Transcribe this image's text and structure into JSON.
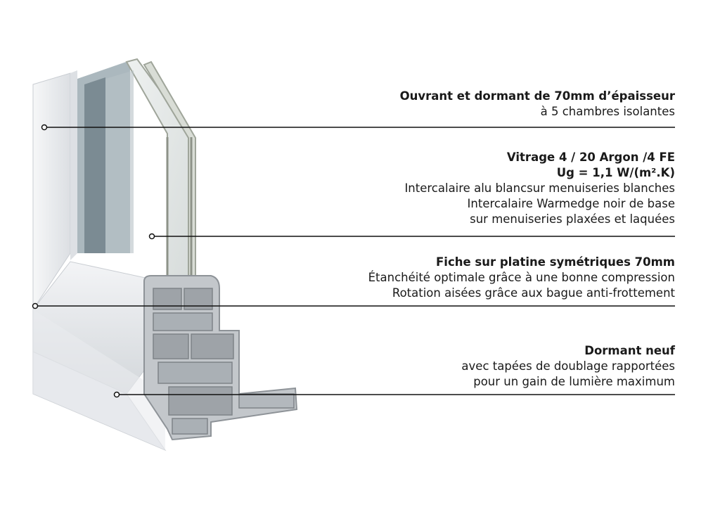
{
  "callouts": [
    {
      "title_lines": [
        "Ouvrant et dormant de 70mm d’épaisseur"
      ],
      "text_lines": [
        "à 5 chambres isolantes"
      ]
    },
    {
      "title_lines": [
        "Vitrage 4 / 20 Argon /4 FE",
        "Ug = 1,1 W/(m².K)"
      ],
      "text_lines": [
        "Intercalaire alu blancsur menuiseries blanches",
        "Intercalaire Warmedge noir de base",
        "sur menuiseries plaxées et laquées"
      ]
    },
    {
      "title_lines": [
        "Fiche sur platine symétriques 70mm"
      ],
      "text_lines": [
        "Étanchéité optimale grâce à une bonne compression",
        "Rotation aisées grâce aux bague anti-frottement"
      ]
    },
    {
      "title_lines": [
        "Dormant neuf"
      ],
      "text_lines": [
        "avec tapées de doublage rapportées",
        "pour un gain de lumière maximum"
      ]
    }
  ],
  "colors": {
    "frame": "#eceef1",
    "frame_shadow": "#cfd3d8",
    "profile_section": "#aeb3b8",
    "glass": "#dfe3e2",
    "glass_edge": "#9fa59a",
    "leader": "#111111",
    "text": "#1a1a1a"
  }
}
